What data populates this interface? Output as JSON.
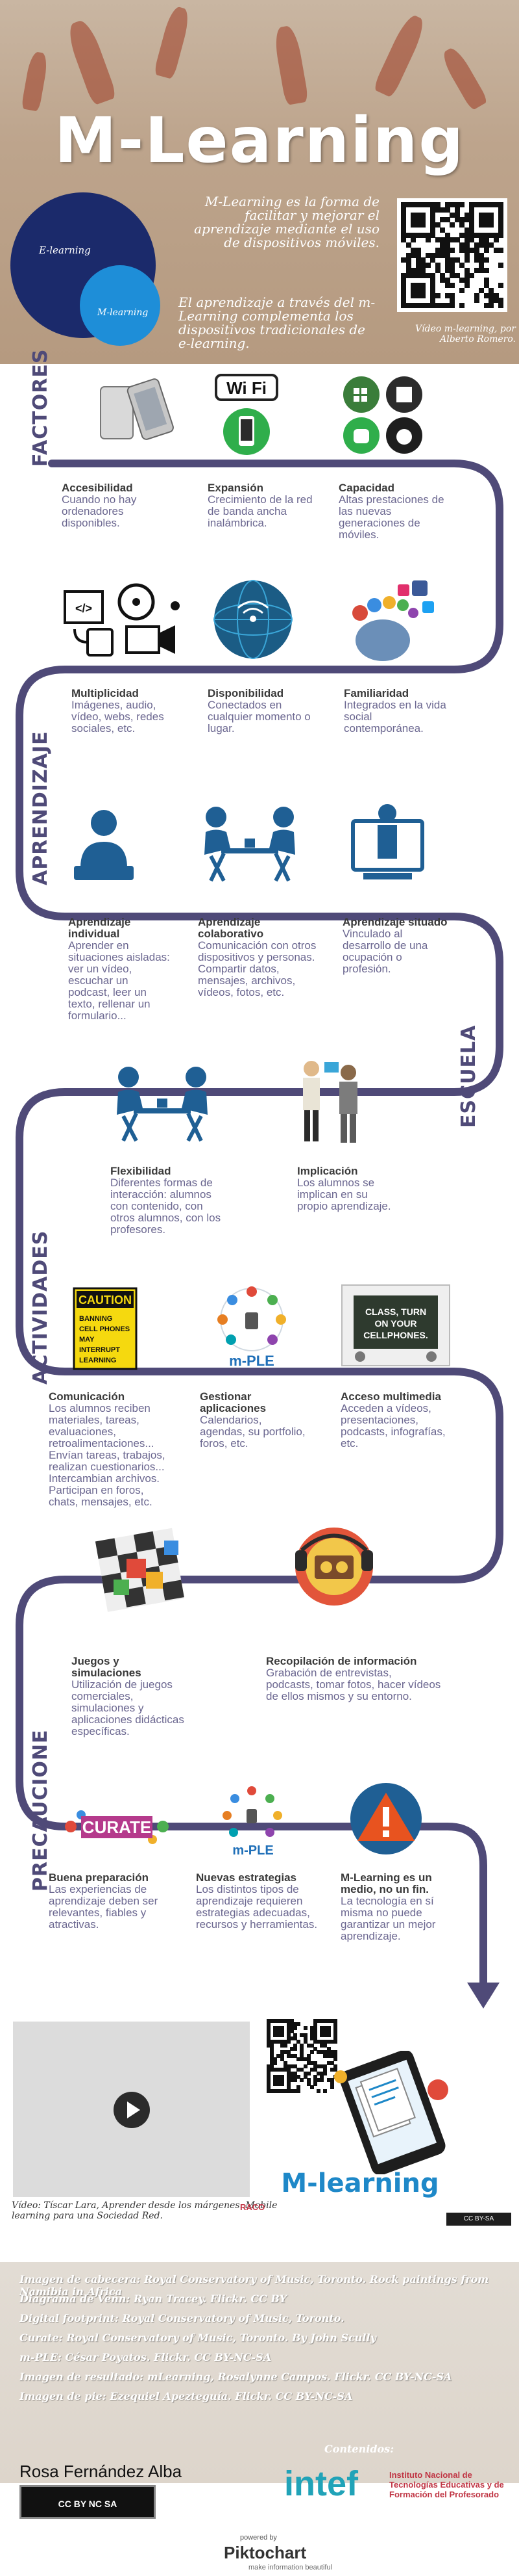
{
  "header": {
    "title": "M-Learning",
    "venn_labels": [
      "E-learning",
      "M-learning"
    ],
    "intro1": "M-Learning es la forma de facilitar y mejorar el aprendizaje mediante el uso de dispositivos móviles.",
    "intro2": "El aprendizaje a través del m- Learning complementa los dispositivos tradicionales de e-learning.",
    "video_credit": "Vídeo m-learning, por Alberto Romero.",
    "colors": {
      "venn_outer": "#1b2a6b",
      "venn_inner": "#1e8ed8"
    }
  },
  "sections": {
    "factores": "FACTORES",
    "aprendizaje": "APRENDIZAJE",
    "escuela": "ESCUELA",
    "actividades": "ACTIVIDADES",
    "precauciones": "PRECAUCIONE"
  },
  "icons": {
    "wifi_label": "Wi Fi",
    "caution_sign": [
      "CAUTION",
      "BANNING",
      "CELL PHONES",
      "MAY",
      "INTERRUPT",
      "LEARNING"
    ],
    "mple_label": "m-PLE",
    "class_board": "CLASS, TURN ON YOUR CELLPHONES.",
    "curate_label": "CURATE"
  },
  "factores": [
    {
      "title": "Accesibilidad",
      "text": "Cuando no hay ordenadores disponibles."
    },
    {
      "title": "Expansión",
      "text": "Crecimiento de la red de banda ancha inalámbrica."
    },
    {
      "title": "Capacidad",
      "text": "Altas prestaciones de las nuevas generaciones de móviles."
    },
    {
      "title": "Multiplicidad",
      "text": "Imágenes, audio, vídeo, webs, redes sociales, etc."
    },
    {
      "title": "Disponibilidad",
      "text": "Conectados en cualquier momento o lugar."
    },
    {
      "title": "Familiaridad",
      "text": "Integrados en la vida social contemporánea."
    }
  ],
  "aprendizaje": [
    {
      "title": "Aprendizaje individual",
      "text": "Aprender en situaciones aisladas: ver un vídeo, escuchar un podcast, leer un texto, rellenar un formulario..."
    },
    {
      "title": "Aprendizaje colaborativo",
      "text": "Comunicación con otros dispositivos y personas. Compartir datos, mensajes, archivos, vídeos, fotos, etc."
    },
    {
      "title": "Aprendizaje situado",
      "text": "Vinculado al desarrollo de una ocupación o profesión."
    }
  ],
  "escuela": [
    {
      "title": "Flexibilidad",
      "text": "Diferentes formas de interacción: alumnos con contenido, con otros alumnos, con los profesores."
    },
    {
      "title": "Implicación",
      "text": "Los alumnos se implican en su propio aprendizaje."
    }
  ],
  "actividades": [
    {
      "title": "Comunicación",
      "text": "Los alumnos reciben materiales, tareas, evaluaciones, retroalimentaciones... Envían tareas, trabajos, realizan cuestionarios... Intercambian archivos. Participan en foros, chats, mensajes, etc."
    },
    {
      "title": "Gestionar aplicaciones",
      "text": "Calendarios, agendas, su portfolio, foros, etc."
    },
    {
      "title": "Acceso multimedia",
      "text": "Acceden a vídeos, presentaciones, podcasts, infografías, etc."
    },
    {
      "title": "Juegos y simulaciones",
      "text": "Utilización de juegos comerciales, simulaciones y aplicaciones didácticas específicas."
    },
    {
      "title": "Recopilación de información",
      "text": "Grabación de entrevistas, podcasts, tomar fotos, hacer vídeos de ellos mismos y su entorno."
    }
  ],
  "precauciones": [
    {
      "title": "Buena preparación",
      "text": "Las experiencias de aprendizaje deben ser relevantes, fiables y atractivas."
    },
    {
      "title": "Nuevas estrategias",
      "text": "Los distintos tipos de aprendizaje requieren estrategias adecuadas, recursos y herramientas."
    },
    {
      "title": "M-Learning es un medio, no un fin.",
      "text": "La tecnología en sí misma no puede garantizar un mejor aprendizaje."
    }
  ],
  "bottom": {
    "video_caption": "Vídeo: Tíscar Lara, Aprender desde los márgenes. Mobile learning para una Sociedad Red.",
    "mlearning_logo": "M-learning",
    "raco_label": "RACO",
    "cc_small": "CC BY-SA"
  },
  "credits": [
    "Imagen de cabecera: Royal Conservatory of Music, Toronto. Rock paintings from Namibia in Africa",
    "Diagrama de Venn: Ryan Tracey. Flickr. CC BY",
    "Digital footprint: Royal Conservatory of Music, Toronto.",
    "Curate: Royal Conservatory of Music, Toronto. By John Scully",
    "m-PLE: César Poyatos. Flickr. CC BY-NC-SA",
    "Imagen de resultado: mLearning, Rosalynne Campos. Flickr. CC BY-NC-SA",
    "Imagen de pie: Ezequiel Apezteguía. Flickr. CC BY-NC-SA"
  ],
  "footer": {
    "author": "Rosa Fernández Alba",
    "cc_license": "CC BY NC SA",
    "contenidos": "Contenidos:",
    "intef_name": "intef",
    "intef_desc": "Instituto Nacional de Tecnologías Educativas y de Formación del Profesorado",
    "powered_by": "powered by",
    "piktochart": "Piktochart",
    "tagline": "make information beautiful"
  }
}
